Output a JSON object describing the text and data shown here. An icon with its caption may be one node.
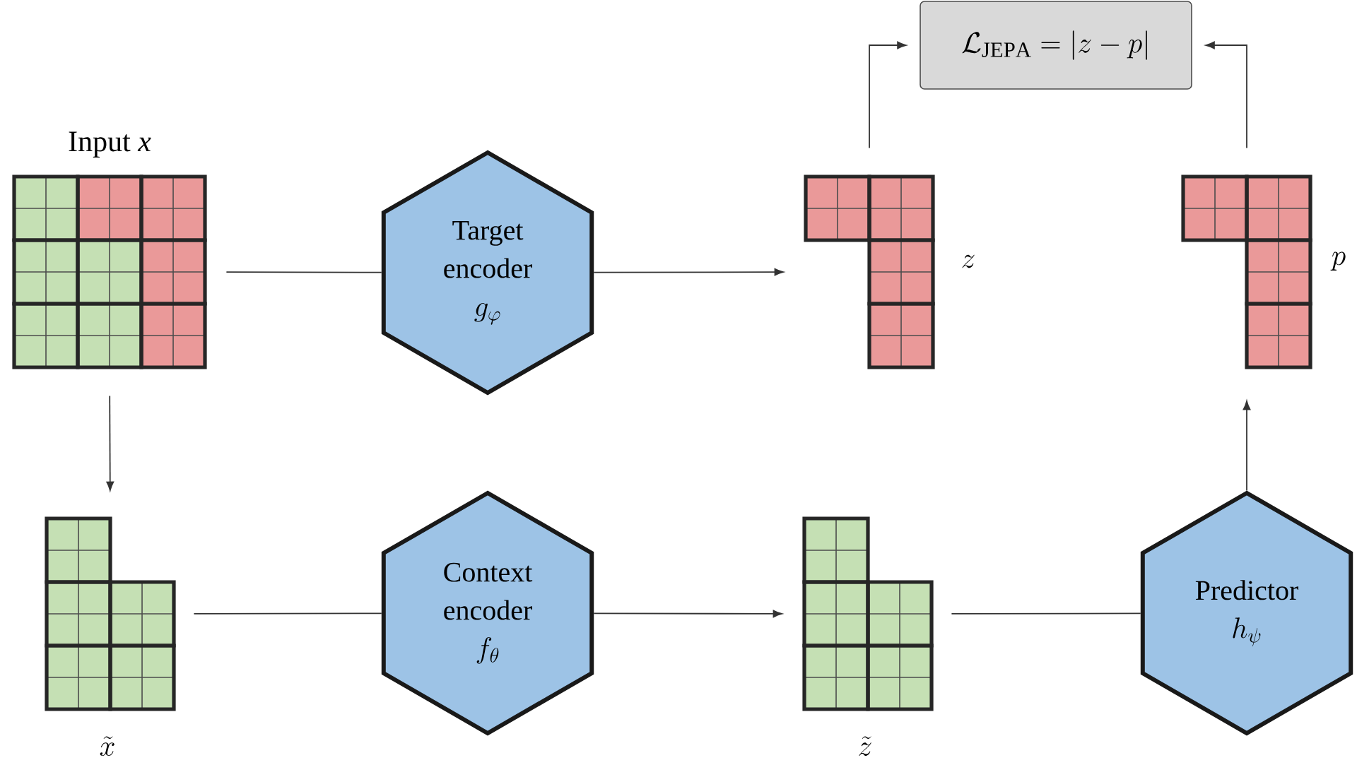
{
  "diagram": {
    "nodes": [
      {
        "text": [
          "Input *x*"
        ]
      },
      {
        "text": [
          "Target encoder",
          "g_{\\varphi}"
        ]
      },
      {
        "text": [],
        "shape": "picture",
        "beside": [
          "z"
        ]
      },
      {
        "text": [
          "\\mathcal{L}_{\\mathrm{JEPA}} = |z - p|"
        ]
      },
      {
        "text": [],
        "shape": "picture",
        "beside": [
          "p"
        ]
      },
      {
        "text": [],
        "shape": "picture",
        "beside": [
          "\\tilde{x}"
        ]
      },
      {
        "text": [
          "Context encoder",
          "f_{\\theta}"
        ]
      },
      {
        "text": [],
        "shape": "picture",
        "beside": [
          "\\tilde{z}"
        ]
      },
      {
        "text": [
          "Predictor",
          "h_{\\psi}"
        ]
      }
    ],
    "edges": [
      {
        "from": 0,
        "to": 1,
        "arrow": "none"
      },
      {
        "from": 1,
        "to": 2,
        "arrow": "to"
      },
      {
        "from": 2,
        "to": 3,
        "arrow": "to"
      },
      {
        "from": 4,
        "to": 3,
        "arrow": "to"
      },
      {
        "from": 0,
        "to": 5,
        "arrow": "to"
      },
      {
        "from": 5,
        "to": 6,
        "arrow": "none"
      },
      {
        "from": 6,
        "to": 7,
        "arrow": "to"
      },
      {
        "from": 7,
        "to": 8,
        "arrow": "none"
      },
      {
        "from": 8,
        "to": 4,
        "arrow": "to"
      }
    ]
  }
}
